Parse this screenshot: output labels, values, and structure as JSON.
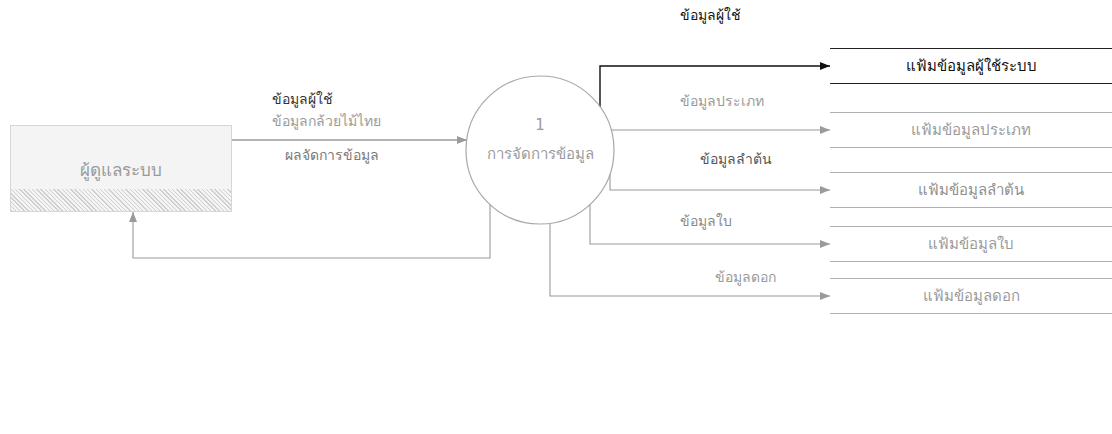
{
  "diagram": {
    "nodes": [
      {
        "text": [
          "ผู้ดูแลระบบ"
        ]
      },
      {
        "text": [
          "1",
          "การจัดการข้อมูล"
        ]
      },
      {
        "text": [
          "แฟ้มข้อมูลผู้ใช้ระบบ"
        ]
      },
      {
        "text": [
          "แฟ้มข้อมูลประเภท"
        ]
      },
      {
        "text": [
          "แฟ้มข้อมูลลำต้น"
        ]
      },
      {
        "text": [
          "แฟ้มข้อมูลใบ"
        ]
      },
      {
        "text": [
          "แฟ้มข้อมูลดอก"
        ]
      }
    ],
    "edges": [
      {
        "from": 0,
        "to": 1,
        "label": "ข้อมูลผู้ใช้",
        "arrow": "to"
      },
      {
        "from": 0,
        "to": 1,
        "label": "ข้อมูลกล้วยไม้ไทย",
        "arrow": "to"
      },
      {
        "from": 1,
        "to": 0,
        "label": "ผลจัดการข้อมูล",
        "arrow": "to"
      },
      {
        "from": 1,
        "to": 2,
        "label": "ข้อมูลผู้ใช้",
        "arrow": "to"
      },
      {
        "from": 1,
        "to": 3,
        "label": "ข้อมูลประเภท",
        "arrow": "to"
      },
      {
        "from": 1,
        "to": 4,
        "label": "ข้อมูลลำต้น",
        "arrow": "to"
      },
      {
        "from": 1,
        "to": 5,
        "label": "ข้อมูลใบ",
        "arrow": "to"
      },
      {
        "from": 1,
        "to": 6,
        "label": "ข้อมูลดอก",
        "arrow": "to"
      }
    ]
  }
}
